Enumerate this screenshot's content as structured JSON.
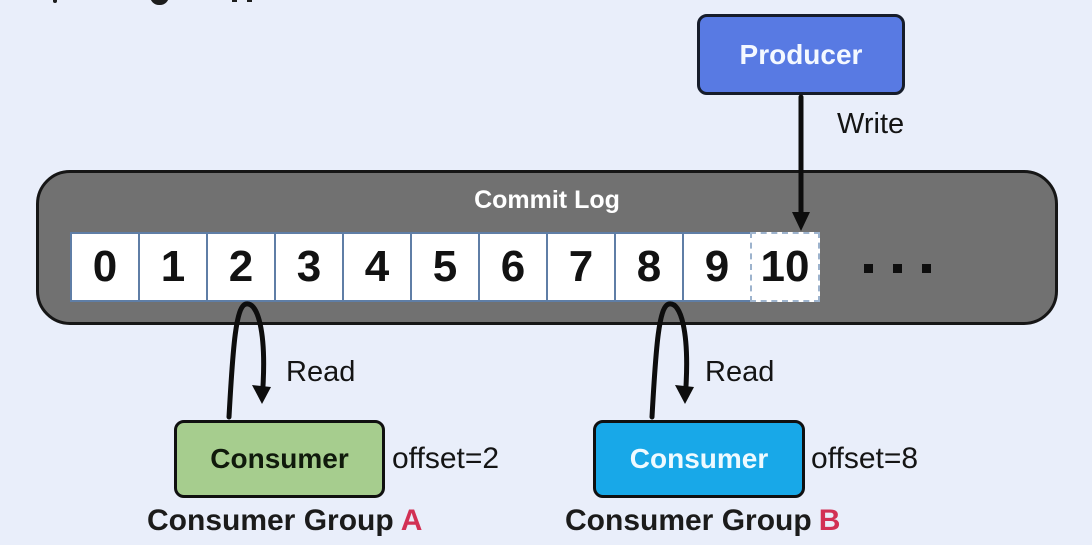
{
  "producer": {
    "label": "Producer"
  },
  "labels": {
    "write": "Write"
  },
  "commit_log": {
    "title": "Commit Log",
    "cells": [
      "0",
      "1",
      "2",
      "3",
      "4",
      "5",
      "6",
      "7",
      "8",
      "9"
    ],
    "next_offset_cell": "10",
    "ellipsis": "..."
  },
  "consumers": [
    {
      "label": "Consumer",
      "read_label": "Read",
      "offset_text": "offset=2",
      "group_prefix": "Consumer Group",
      "group_id": "A",
      "fill": "#a6cd8e"
    },
    {
      "label": "Consumer",
      "read_label": "Read",
      "offset_text": "offset=8",
      "group_prefix": "Consumer Group",
      "group_id": "B",
      "fill": "#18a8e8"
    }
  ],
  "colors": {
    "background": "#e9eefa",
    "producer_fill": "#587ae3",
    "commit_log_fill": "#717171",
    "cell_border": "#5f7ea6",
    "group_letter": "#d23054",
    "arrow": "#0d0d0d"
  }
}
